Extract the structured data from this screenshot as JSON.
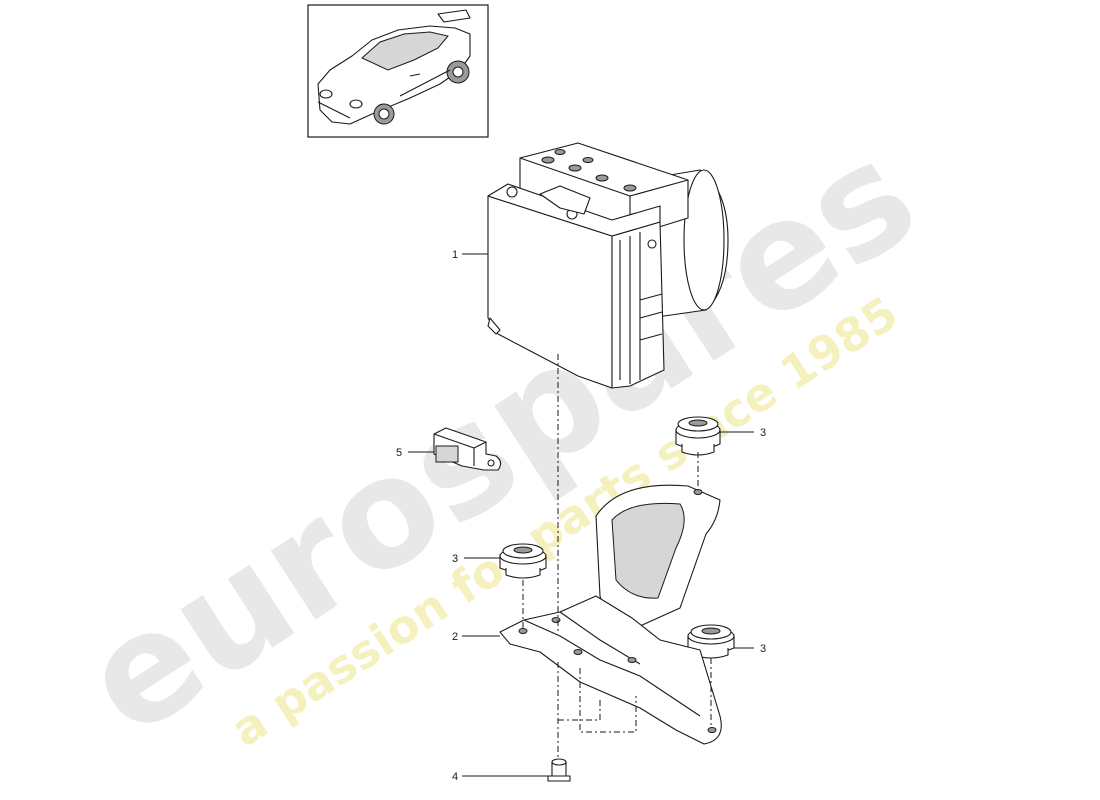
{
  "watermark": {
    "brand": "eurospares",
    "tagline": "a passion for parts since 1985",
    "brand_color": "#e6e6e6",
    "tagline_color": "#f4f0b8"
  },
  "thumbnail": {
    "icon": "car-thumbnail-icon"
  },
  "callouts": [
    {
      "id": "1",
      "label": "1"
    },
    {
      "id": "2",
      "label": "2"
    },
    {
      "id": "3a",
      "label": "3"
    },
    {
      "id": "3b",
      "label": "3"
    },
    {
      "id": "3c",
      "label": "3"
    },
    {
      "id": "4",
      "label": "4"
    },
    {
      "id": "5",
      "label": "5"
    }
  ]
}
